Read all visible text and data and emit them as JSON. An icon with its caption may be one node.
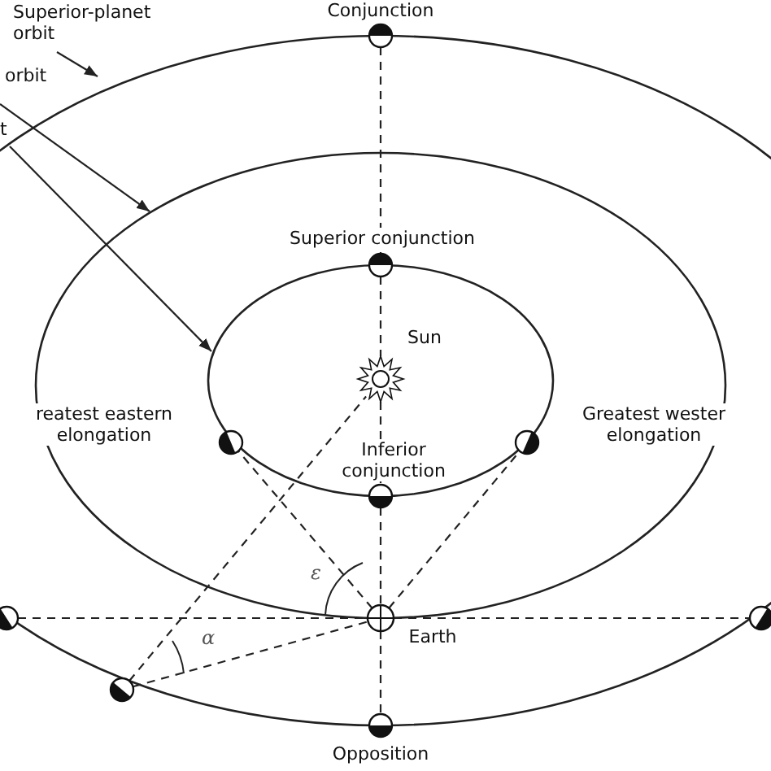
{
  "diagram": {
    "nodes": [
      {
        "text": [
          "Superior-planet orbit"
        ]
      },
      {
        "text": [
          "orbit"
        ]
      },
      {
        "text": [
          "t"
        ]
      },
      {
        "text": [
          "Conjunction"
        ]
      },
      {
        "text": [
          "Superior conjunction"
        ]
      },
      {
        "text": [
          "Sun"
        ]
      },
      {
        "text": [
          "reatest eastern elongation"
        ]
      },
      {
        "text": [
          "Greatest wester elongation"
        ]
      },
      {
        "text": [
          "Inferior conjunction"
        ]
      },
      {
        "text": [],
        "shape": "circle"
      },
      {
        "text": [
          "Earth"
        ]
      },
      {
        "text": [],
        "shape": "circle"
      },
      {
        "text": [],
        "shape": "circle"
      },
      {
        "text": [
          "Opposition"
        ]
      }
    ],
    "edges": [
      {
        "from": 0,
        "to": null,
        "arrow": "to"
      },
      {
        "from": 1,
        "to": null,
        "arrow": "to"
      },
      {
        "from": 2,
        "to": null,
        "arrow": "to"
      },
      {
        "from": 3,
        "to": 4,
        "arrow": "none",
        "style": "dashed"
      },
      {
        "from": 4,
        "to": 5,
        "arrow": "none",
        "style": "dashed"
      },
      {
        "from": 5,
        "to": 8,
        "arrow": "none",
        "style": "dashed"
      },
      {
        "from": 8,
        "to": 10,
        "arrow": "none",
        "style": "dashed"
      },
      {
        "from": 10,
        "to": 13,
        "arrow": "none",
        "style": "dashed"
      },
      {
        "from": 9,
        "to": 10,
        "arrow": "none",
        "style": "dashed"
      },
      {
        "from": 10,
        "to": 11,
        "arrow": "none",
        "style": "dashed"
      },
      {
        "from": 10,
        "to": 6,
        "arrow": "none",
        "style": "dashed"
      },
      {
        "from": 10,
        "to": 7,
        "arrow": "none",
        "style": "dashed"
      },
      {
        "from": 12,
        "to": 10,
        "arrow": "none",
        "style": "dashed"
      },
      {
        "from": 12,
        "to": 5,
        "arrow": "none",
        "style": "dashed"
      }
    ],
    "labels": [
      "ε",
      "α"
    ]
  }
}
